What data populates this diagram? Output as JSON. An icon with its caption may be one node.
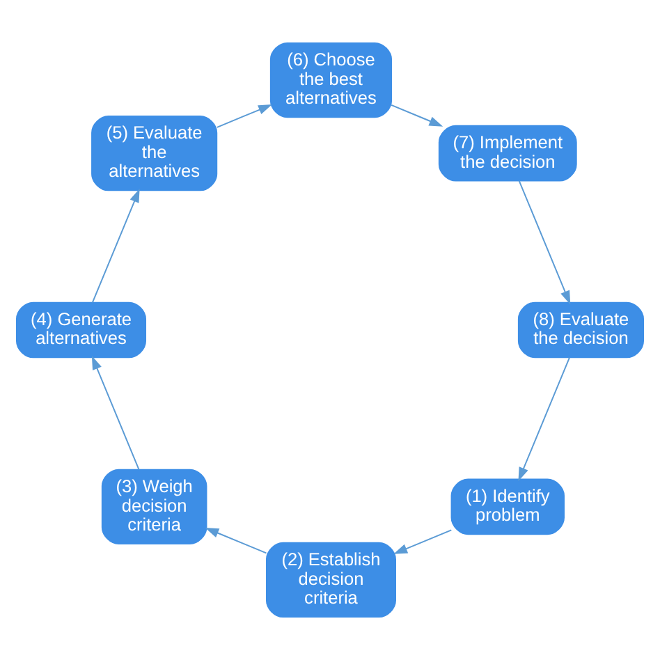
{
  "diagram": {
    "nodes": [
      {
        "text": [
          "(1) Identify problem"
        ]
      },
      {
        "text": [
          "(2) Establish decision criteria"
        ]
      },
      {
        "text": [
          "(3) Weigh decision criteria"
        ]
      },
      {
        "text": [
          "(4) Generate alternatives"
        ]
      },
      {
        "text": [
          "(5) Evaluate the alternatives"
        ]
      },
      {
        "text": [
          "(6) Choose the best alternatives"
        ]
      },
      {
        "text": [
          "(7) Implement the decision"
        ]
      },
      {
        "text": [
          "(8) Evaluate the decision"
        ]
      }
    ],
    "edges": [
      {
        "from": 0,
        "to": 1,
        "arrow": "to"
      },
      {
        "from": 1,
        "to": 2,
        "arrow": "to"
      },
      {
        "from": 2,
        "to": 3,
        "arrow": "to"
      },
      {
        "from": 3,
        "to": 4,
        "arrow": "to"
      },
      {
        "from": 4,
        "to": 5,
        "arrow": "to"
      },
      {
        "from": 5,
        "to": 6,
        "arrow": "to"
      },
      {
        "from": 6,
        "to": 7,
        "arrow": "to"
      },
      {
        "from": 7,
        "to": 0,
        "arrow": "to"
      }
    ]
  }
}
